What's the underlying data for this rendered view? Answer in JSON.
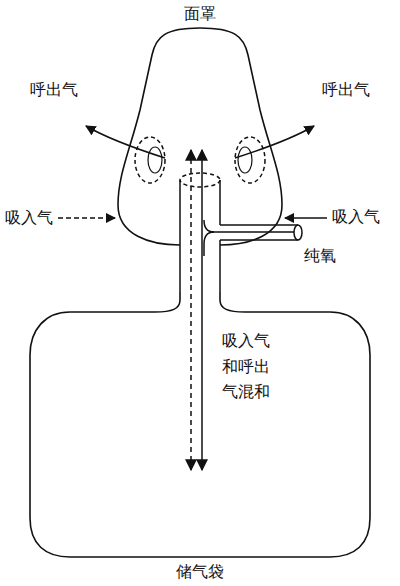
{
  "diagram": {
    "nodes": [
      {
        "text": [
          "面罩"
        ]
      },
      {
        "text": [
          "吸入气和呼出气混和",
          "储气袋"
        ]
      }
    ],
    "edges": [
      {
        "from": 0,
        "to": 1,
        "arrow": "both"
      },
      {
        "from": 0,
        "to": 1,
        "arrow": "both"
      }
    ],
    "labels": [
      "呼出气",
      "呼出气",
      "吸入气",
      "吸入气",
      "纯氧"
    ]
  }
}
